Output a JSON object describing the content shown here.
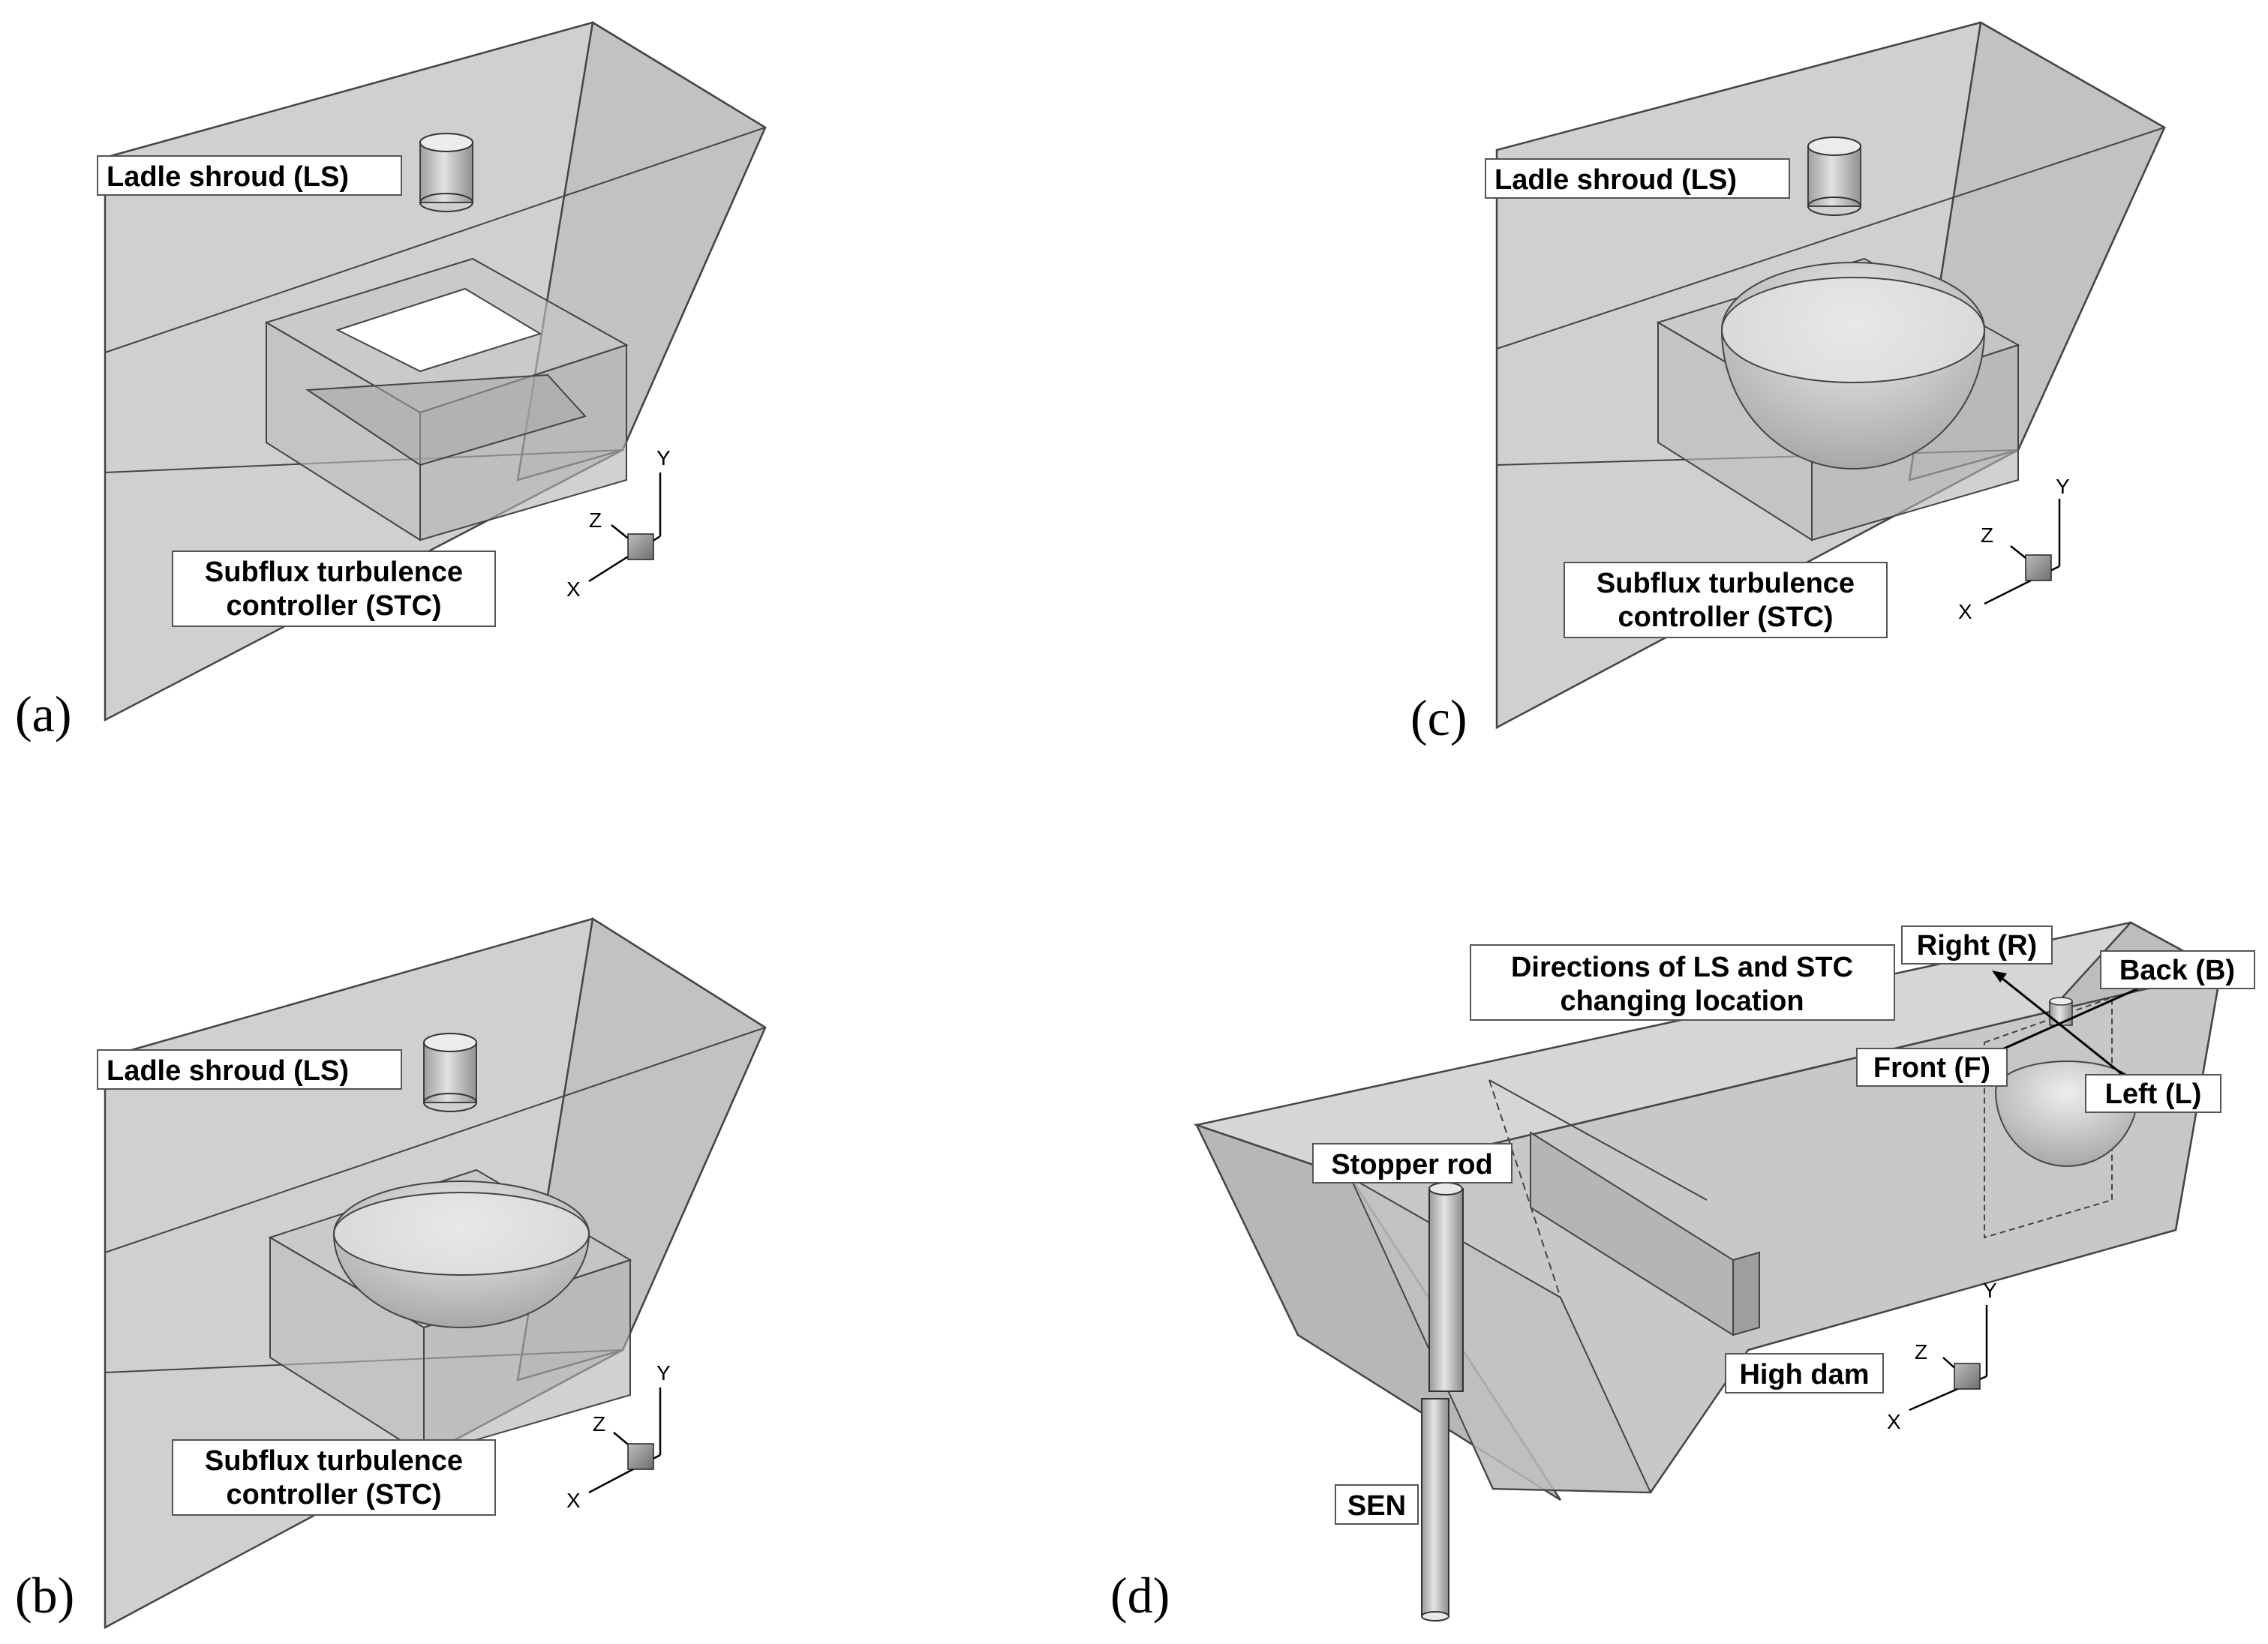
{
  "panels": {
    "a": {
      "letter": "(a)",
      "ladle_shroud": "Ladle shroud (LS)",
      "stc_line1": "Subflux turbulence",
      "stc_line2": "controller (STC)"
    },
    "b": {
      "letter": "(b)",
      "ladle_shroud": "Ladle shroud (LS)",
      "stc_line1": "Subflux turbulence",
      "stc_line2": "controller (STC)"
    },
    "c": {
      "letter": "(c)",
      "ladle_shroud": "Ladle shroud (LS)",
      "stc_line1": "Subflux turbulence",
      "stc_line2": "controller (STC)"
    },
    "d": {
      "letter": "(d)",
      "directions_line1": "Directions of LS and STC",
      "directions_line2": "changing location",
      "right": "Right (R)",
      "back": "Back (B)",
      "front": "Front (F)",
      "left": "Left (L)",
      "stopper_rod": "Stopper rod",
      "high_dam": "High dam",
      "sen": "SEN"
    }
  },
  "axes": {
    "x": "X",
    "y": "Y",
    "z": "Z"
  },
  "colors": {
    "body_fill": "#cfcfcf",
    "edge": "#444444",
    "background": "#ffffff"
  }
}
